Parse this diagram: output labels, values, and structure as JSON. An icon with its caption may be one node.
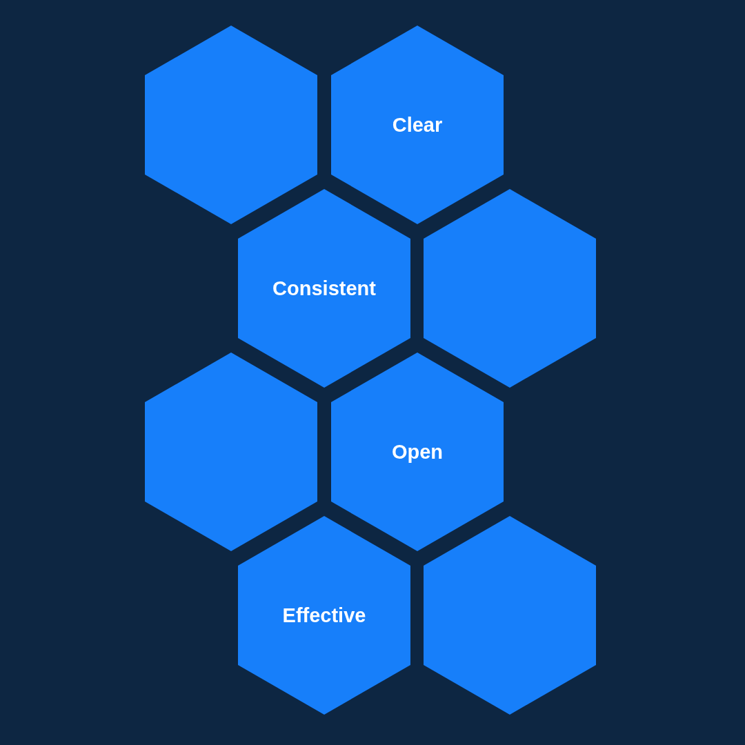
{
  "diagram": {
    "nodes": [
      {
        "text": [],
        "shape": "hexagon"
      },
      {
        "text": [
          "Clear"
        ]
      },
      {
        "text": [
          "Consistent"
        ]
      },
      {
        "text": [],
        "shape": "hexagon"
      },
      {
        "text": [],
        "shape": "hexagon"
      },
      {
        "text": [
          "Open"
        ]
      },
      {
        "text": [
          "Effective"
        ]
      },
      {
        "text": [],
        "shape": "hexagon"
      }
    ],
    "edges": []
  }
}
